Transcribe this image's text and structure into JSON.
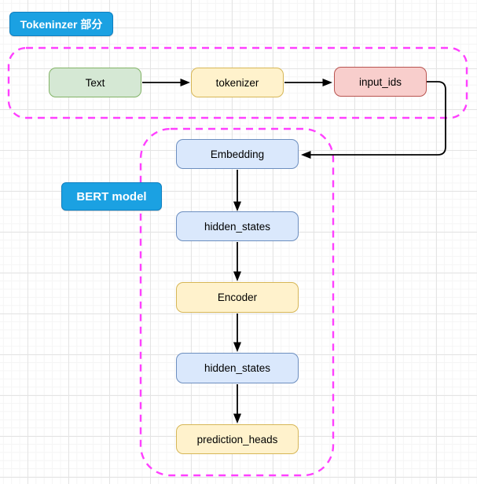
{
  "badges": {
    "tokenizer_section": {
      "label": "Tokeninzer 部分"
    },
    "bert_model": {
      "label": "BERT model"
    }
  },
  "nodes": {
    "text": {
      "label": "Text",
      "style": "green"
    },
    "tokenizer": {
      "label": "tokenizer",
      "style": "yellow"
    },
    "input_ids": {
      "label": "input_ids",
      "style": "red"
    },
    "embedding": {
      "label": "Embedding",
      "style": "blue"
    },
    "hidden_states_1": {
      "label": "hidden_states",
      "style": "blue"
    },
    "encoder": {
      "label": "Encoder",
      "style": "yellow"
    },
    "hidden_states_2": {
      "label": "hidden_states",
      "style": "blue"
    },
    "prediction_heads": {
      "label": "prediction_heads",
      "style": "yellow"
    }
  },
  "edges": [
    {
      "from": "text",
      "to": "tokenizer"
    },
    {
      "from": "tokenizer",
      "to": "input_ids"
    },
    {
      "from": "input_ids",
      "to": "embedding"
    },
    {
      "from": "embedding",
      "to": "hidden_states_1"
    },
    {
      "from": "hidden_states_1",
      "to": "encoder"
    },
    {
      "from": "encoder",
      "to": "hidden_states_2"
    },
    {
      "from": "hidden_states_2",
      "to": "prediction_heads"
    }
  ],
  "colors": {
    "badge_fill": "#1BA1E2",
    "badge_border": "#0E7FC1",
    "badge_text": "#FFFFFF",
    "container_dash": "#FF40FF",
    "green_fill": "#D5E8D4",
    "green_border": "#82B366",
    "yellow_fill": "#FFF2CC",
    "yellow_border": "#D6B656",
    "red_fill": "#F8CECC",
    "red_border": "#B85450",
    "blue_fill": "#DAE8FC",
    "blue_border": "#6C8EBF",
    "edge": "#000000"
  }
}
